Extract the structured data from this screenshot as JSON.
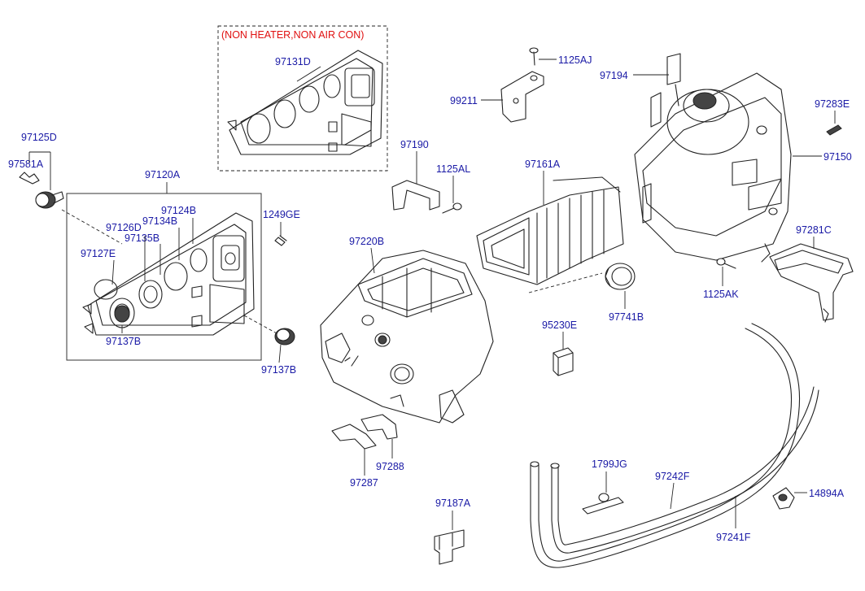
{
  "note": "(NON HEATER,NON AIR CON)",
  "labels": {
    "p97131D": "97131D",
    "p97125D": "97125D",
    "p97581A": "97581A",
    "p97120A": "97120A",
    "p97124B": "97124B",
    "p97126D": "97126D",
    "p97134B": "97134B",
    "p97135B": "97135B",
    "p97127E": "97127E",
    "p97137B_in": "97137B",
    "p97137B_out": "97137B",
    "p1249GE": "1249GE",
    "p1125AJ": "1125AJ",
    "p99211": "99211",
    "p97194": "97194",
    "p97283E": "97283E",
    "p97150": "97150",
    "p97190": "97190",
    "p1125AL": "1125AL",
    "p97161A": "97161A",
    "p97220B": "97220B",
    "p97281C": "97281C",
    "p1125AK": "1125AK",
    "p97741B": "97741B",
    "p95230E": "95230E",
    "p97287": "97287",
    "p97288": "97288",
    "p1799JG": "1799JG",
    "p97242F": "97242F",
    "p14894A": "14894A",
    "p97187A": "97187A",
    "p97241F": "97241F"
  }
}
